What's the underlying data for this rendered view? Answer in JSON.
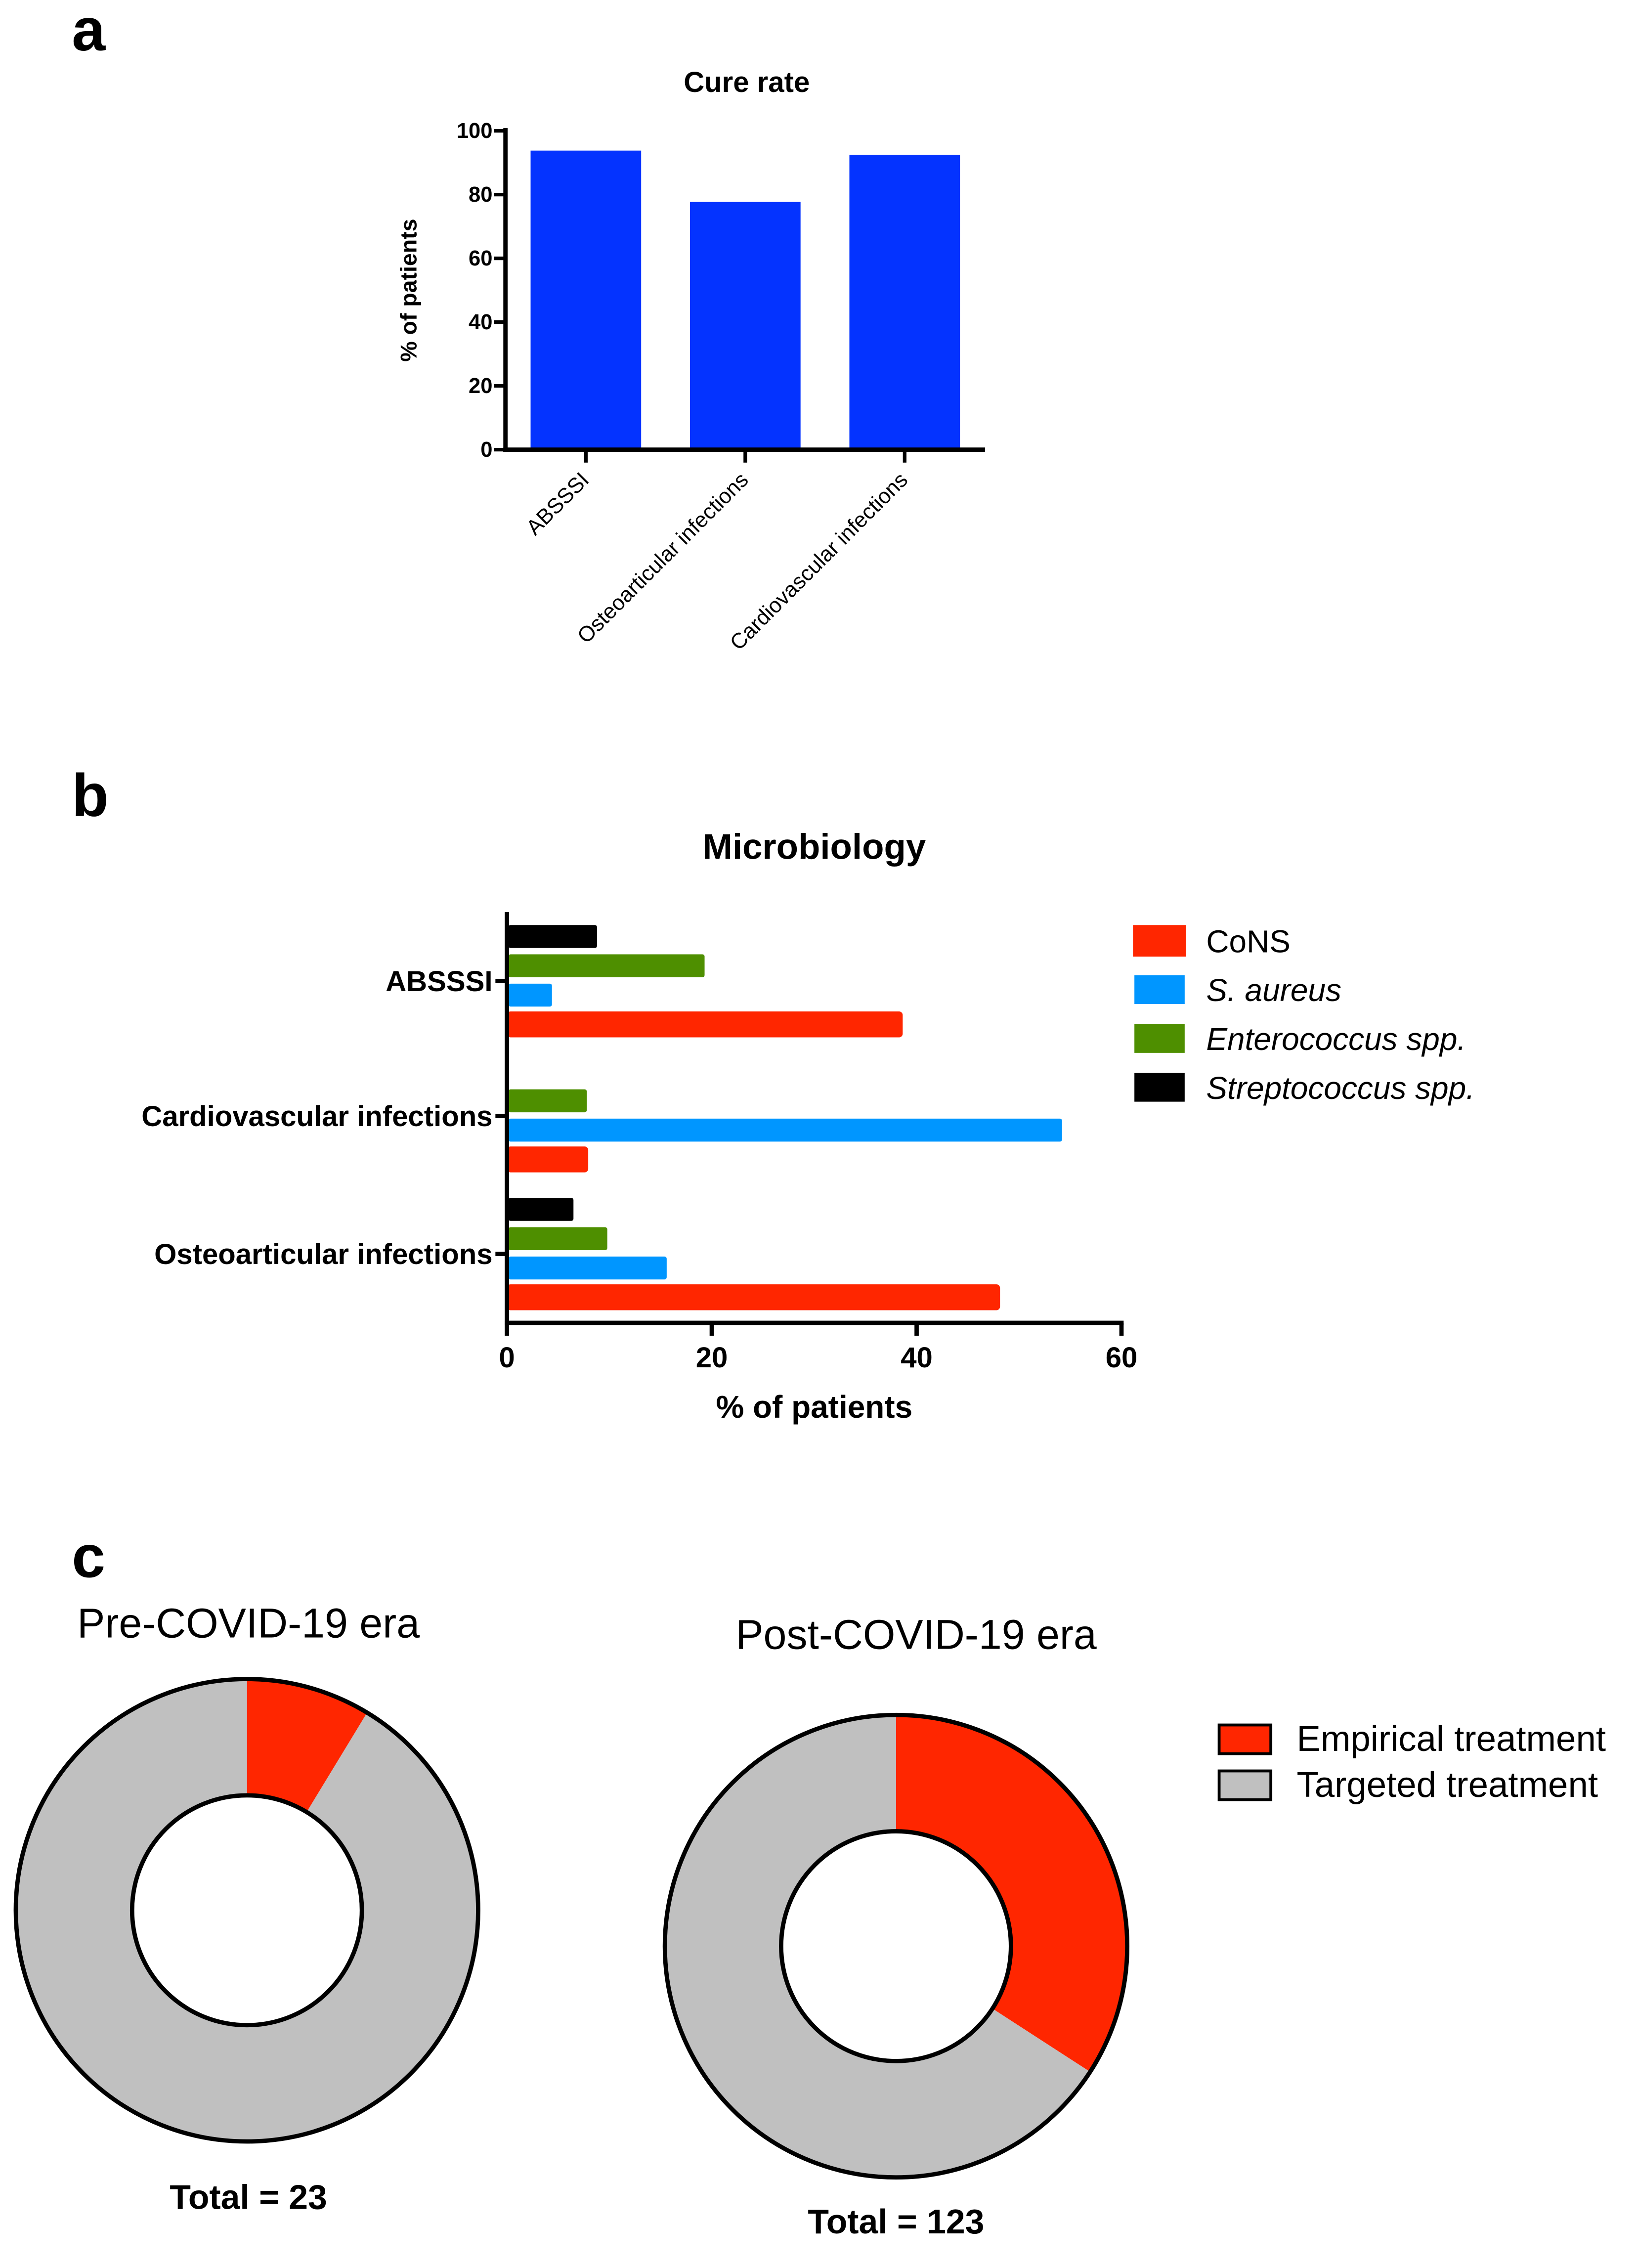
{
  "panel_labels": [
    "a",
    "b",
    "c"
  ],
  "colors": {
    "cure_bar": "#0433FF",
    "cons": "#FF2600",
    "s_aureus": "#0096FF",
    "enterococcus": "#4E8F00",
    "streptococcus": "#000000",
    "empirical": "#FF2600",
    "targeted": "#C0C0C0"
  },
  "chart_data": [
    {
      "type": "bar",
      "title": "Cure rate",
      "ylabel": "% of patients",
      "xlabel": "",
      "categories": [
        "ABSSSI",
        "Osteoarticular infections",
        "Cardiovascular infections"
      ],
      "values": [
        93.8,
        77.7,
        92.5
      ],
      "ylim": [
        0,
        100
      ],
      "yticks": [
        "0",
        "20",
        "40",
        "60",
        "80",
        "100"
      ],
      "grid": false
    },
    {
      "type": "bar",
      "orientation": "horizontal",
      "title": "Microbiology",
      "xlabel": "% of patients",
      "categories": [
        "ABSSSI",
        "Cardiovascular infections",
        "Osteoarticular infections"
      ],
      "xlim": [
        0,
        60
      ],
      "xticks": [
        "0",
        "20",
        "40",
        "60"
      ],
      "legend_position": "right",
      "series": [
        {
          "name": "CoNS",
          "italic": false,
          "values": [
            38.5,
            7.8,
            48.0
          ]
        },
        {
          "name": "S. aureus",
          "italic": true,
          "values": [
            4.4,
            54.2,
            15.6
          ]
        },
        {
          "name": "Enterococcus spp.",
          "italic": true,
          "values": [
            19.3,
            7.8,
            9.8
          ]
        },
        {
          "name": "Streptococcus spp.",
          "italic": true,
          "values": [
            8.8,
            null,
            6.5
          ]
        }
      ]
    },
    {
      "type": "pie",
      "donut": true,
      "title": "Pre-COVID-19 era",
      "total_label": "Total = 23",
      "slices": [
        {
          "name": "Empirical treatment",
          "value": 2
        },
        {
          "name": "Targeted treatment",
          "value": 21
        }
      ]
    },
    {
      "type": "pie",
      "donut": true,
      "title": "Post-COVID-19 era",
      "total_label": "Total = 123",
      "slices": [
        {
          "name": "Empirical treatment",
          "value": 42
        },
        {
          "name": "Targeted treatment",
          "value": 81
        }
      ]
    }
  ],
  "pie_legend": [
    "Empirical treatment",
    "Targeted treatment"
  ]
}
